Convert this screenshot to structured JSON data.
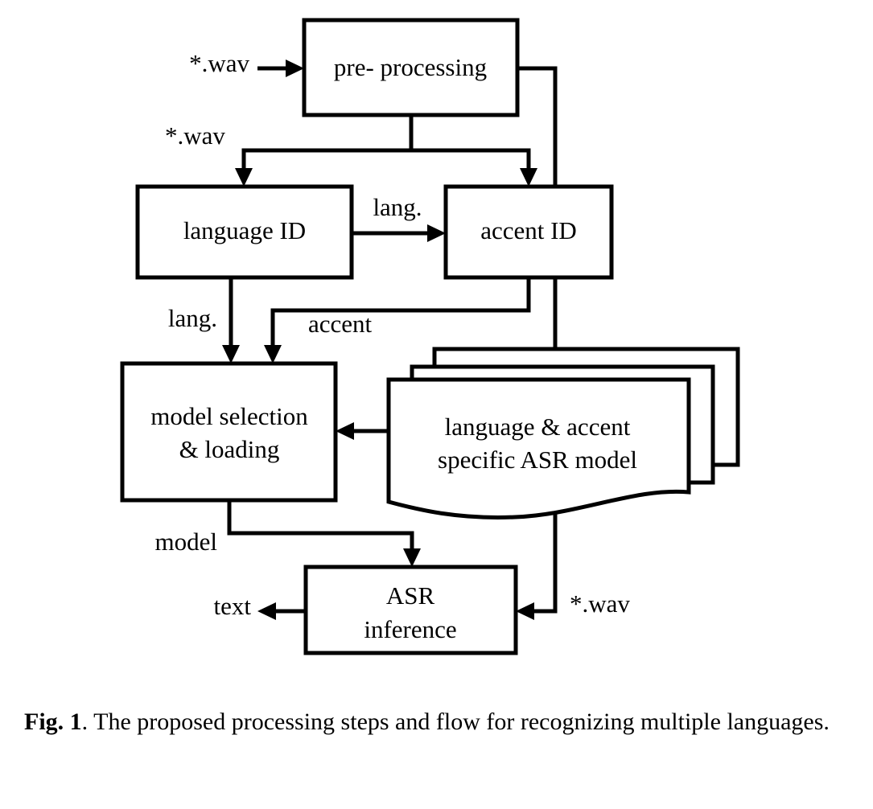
{
  "figure": {
    "caption_prefix": "Fig. 1",
    "caption_text": ". The proposed processing steps and flow for recognizing multiple languages."
  },
  "diagram": {
    "type": "flowchart",
    "title": "The proposed processing steps and flow for recognizing multiple languages",
    "colors": {
      "stroke": "#000000",
      "fill": "#ffffff",
      "text": "#000000"
    },
    "nodes": [
      {
        "id": "pre_processing",
        "label": "pre- processing",
        "shape": "rectangle"
      },
      {
        "id": "language_id",
        "label": "language ID",
        "shape": "rectangle"
      },
      {
        "id": "accent_id",
        "label": "accent ID",
        "shape": "rectangle"
      },
      {
        "id": "model_selection",
        "label_line1": "model selection",
        "label_line2": "& loading",
        "shape": "rectangle"
      },
      {
        "id": "asr_models",
        "label_line1": "language & accent",
        "label_line2": "specific ASR model",
        "shape": "multi-document"
      },
      {
        "id": "asr_inference",
        "label_line1": "ASR",
        "label_line2": "inference",
        "shape": "rectangle"
      }
    ],
    "edges": [
      {
        "id": "in_wav",
        "label": "*.wav",
        "from": "input",
        "to": "pre_processing"
      },
      {
        "id": "wav_split",
        "label": "*.wav",
        "from": "pre_processing",
        "to": "language_id, accent_id"
      },
      {
        "id": "lang_to_accent",
        "label": "lang.",
        "from": "language_id",
        "to": "accent_id"
      },
      {
        "id": "lang_to_model",
        "label": "lang.",
        "from": "language_id",
        "to": "model_selection"
      },
      {
        "id": "accent_to_model",
        "label": "accent",
        "from": "accent_id",
        "to": "model_selection"
      },
      {
        "id": "models_to_sel",
        "label": "",
        "from": "asr_models",
        "to": "model_selection"
      },
      {
        "id": "model_out",
        "label": "model",
        "from": "model_selection",
        "to": "asr_inference"
      },
      {
        "id": "wav_to_asr",
        "label": "*.wav",
        "from": "pre_processing",
        "to": "asr_inference"
      },
      {
        "id": "text_out",
        "label": "text",
        "from": "asr_inference",
        "to": "output"
      }
    ]
  }
}
